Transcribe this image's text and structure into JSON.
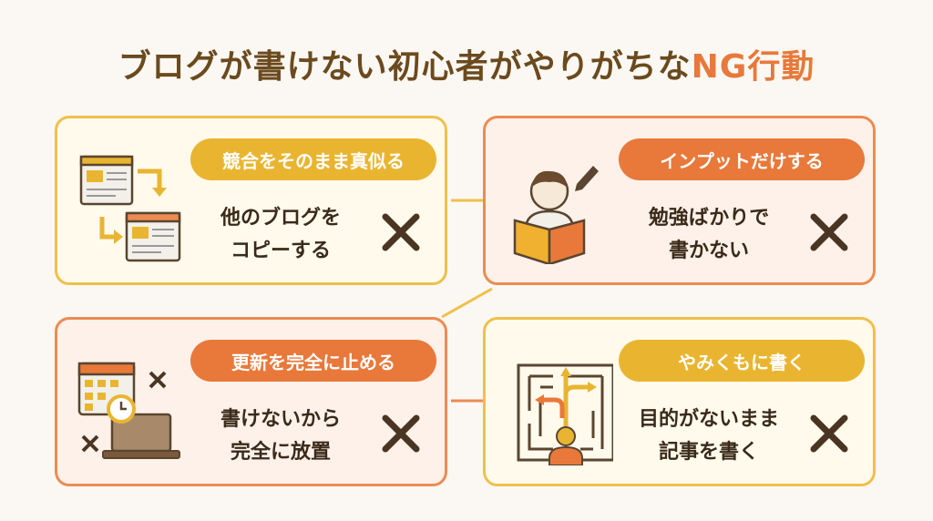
{
  "title": {
    "main": "ブログが書けない初心者がやりがちな",
    "accent": "NG行動"
  },
  "cards": [
    {
      "tag": "競合をそのまま真似る",
      "line1": "他のブログを",
      "line2": "コピーする",
      "icon": "copy-pages-icon"
    },
    {
      "tag": "インプットだけする",
      "line1": "勉強ばかりで",
      "line2": "書かない",
      "icon": "person-reading-icon"
    },
    {
      "tag": "更新を完全に止める",
      "line1": "書けないから",
      "line2": "完全に放置",
      "icon": "calendar-laptop-icon"
    },
    {
      "tag": "やみくもに書く",
      "line1": "目的がないまま",
      "line2": "記事を書く",
      "icon": "maze-person-icon"
    }
  ],
  "colors": {
    "yellow": "#e9b531",
    "orange": "#e8793a",
    "brown": "#6b4a1e",
    "x_mark": "#4a3522"
  }
}
